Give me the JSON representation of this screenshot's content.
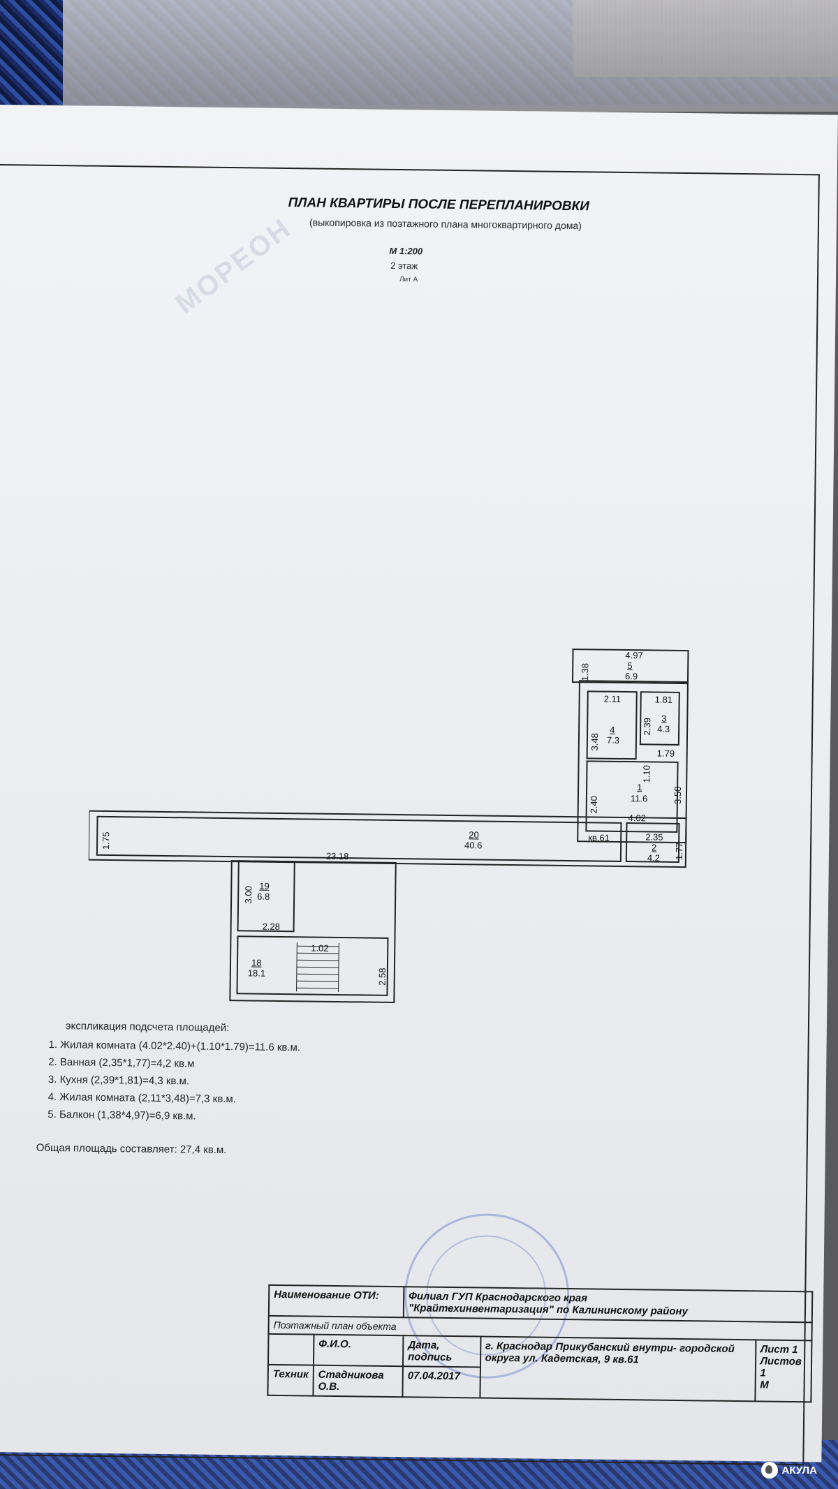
{
  "watermark": "МОРЕОН",
  "header": {
    "title": "ПЛАН КВАРТИРЫ ПОСЛЕ ПЕРЕПЛАНИРОВКИ",
    "subtitle": "(выкопировка из поэтажного плана многоквартирного дома)",
    "scale": "М 1:200",
    "floor": "2 этаж",
    "lit": "Лит А"
  },
  "plan_labels": {
    "balcony_len": "4.97",
    "balcony_num": "5",
    "balcony_area": "6.9",
    "balcony_w": "1.38",
    "r4_w": "2.11",
    "r4_h": "3.48",
    "r4_num": "4",
    "r4_area": "7.3",
    "r3_w": "1.81",
    "r3_h": "2.39",
    "r3_num": "3",
    "r3_area": "4.3",
    "r1_a": "1.10",
    "r1_b": "1.79",
    "r1_c": "2.40",
    "r1_d": "3.50",
    "r1_num": "1",
    "r1_area": "11.6",
    "r1_w": "4.02",
    "r2_w": "2.35",
    "r2_h": "1.77",
    "r2_num": "2",
    "r2_area": "4.2",
    "corr_num": "20",
    "corr_area": "40.6",
    "corr_len": "23.18",
    "corr_h": "1.75",
    "apt": "кв.61",
    "r19_num": "19",
    "r19_area": "6.8",
    "r19_h": "3.00",
    "r19_w": "2.28",
    "r18_num": "18",
    "r18_area": "18.1",
    "r18_w": "1.02",
    "r18_h": "2.58"
  },
  "explication": {
    "title": "экспликация подсчета площадей:",
    "lines": [
      "1. Жилая комната (4.02*2.40)+(1.10*1.79)=11.6 кв.м.",
      "2. Ванная (2,35*1,77)=4,2 кв.м",
      "3. Кухня (2,39*1,81)=4,3 кв.м.",
      "4. Жилая комната (2,11*3,48)=7,3 кв.м.",
      "5. Балкон (1,38*4,97)=6,9 кв.м."
    ],
    "total": "Общая площадь составляет: 27,4 кв.м."
  },
  "title_block": {
    "name_label": "Наименование ОТИ:",
    "org_line1": "Филиал ГУП Краснодарского края",
    "org_line2": "\"Крайтехинвентаризация\" по Калининскому району",
    "doc_label": "Поэтажный план объекта",
    "fio_label": "Ф.И.О.",
    "date_label": "Дата, подпись",
    "role": "Техник",
    "name": "Стадникова О.В.",
    "date": "07.04.2017",
    "address": "г. Краснодар Прикубанский внутри- городской округа ул. Кадетская, 9 кв.61",
    "sheet": "Лист 1",
    "sheets": "Листов 1",
    "scale_cell": "М"
  },
  "brand": "АКУЛА"
}
